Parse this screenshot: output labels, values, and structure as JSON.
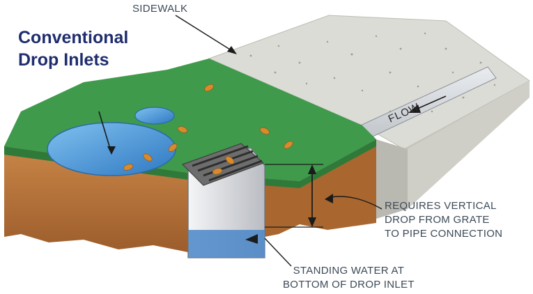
{
  "title_lines": [
    "Conventional",
    "Drop Inlets"
  ],
  "labels": {
    "sidewalk": "SIDEWALK",
    "flow": "FLOW",
    "vertical_drop": [
      "REQUIRES VERTICAL",
      "DROP FROM GRATE",
      "TO PIPE CONNECTION"
    ],
    "standing_water": [
      "STANDING WATER AT",
      "BOTTOM OF DROP INLET"
    ]
  },
  "colors": {
    "title": "#1f2d6e",
    "label_text": "#3d4a57",
    "grass": "#3f9a4c",
    "soil": "#b5733b",
    "concrete": "#d8d8d3",
    "water": "#3f8fd0",
    "grate": "#6d6d6d",
    "leaf": "#d98a2a"
  },
  "icons": {
    "flow_arrow": "arrow-left-icon",
    "dimension_arrow": "double-arrow-vertical-icon",
    "leaf": "leaf-icon"
  }
}
